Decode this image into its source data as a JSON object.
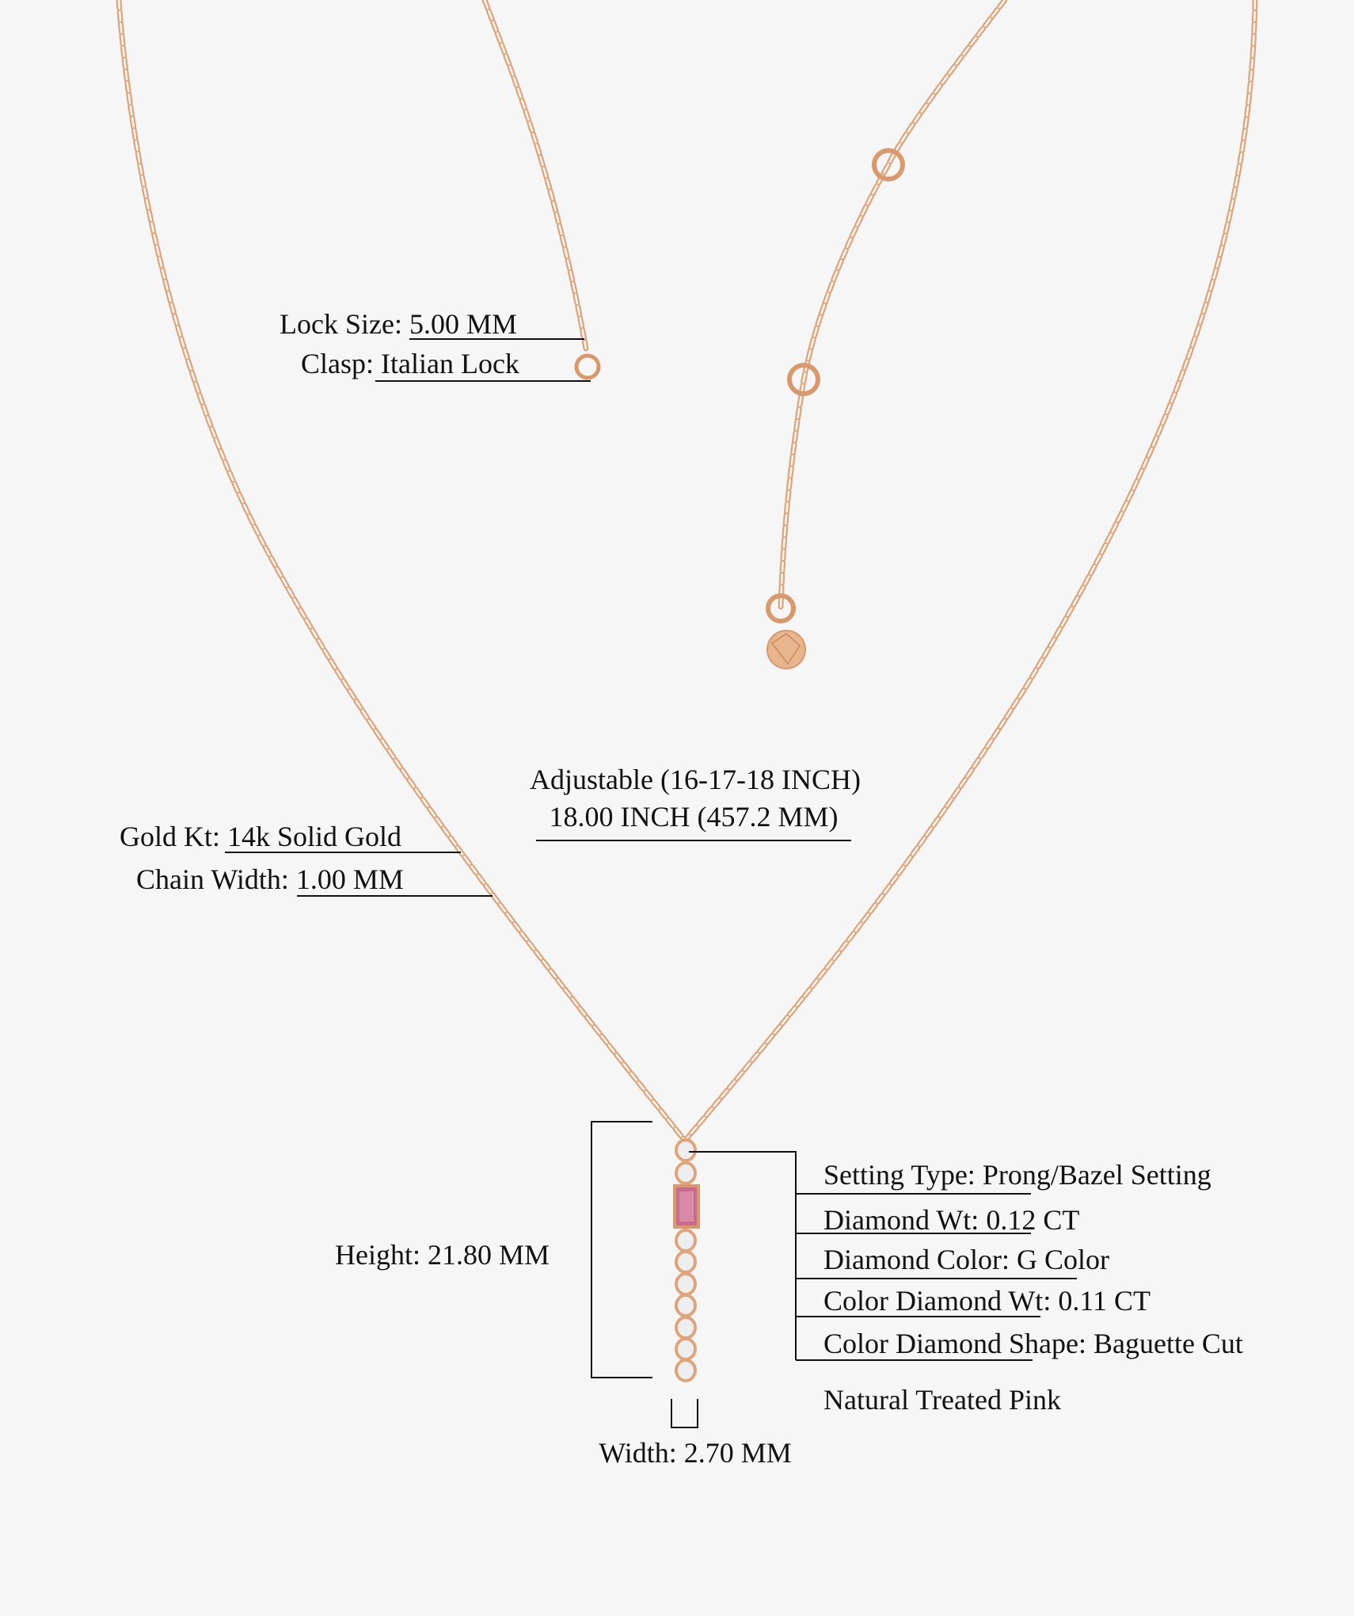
{
  "clasp": {
    "lock_size_label": "Lock Size:",
    "lock_size_value": "5.00 MM",
    "clasp_label": "Clasp:",
    "clasp_value": "Italian Lock"
  },
  "length": {
    "line1": "Adjustable (16-17-18 INCH)",
    "line2": "18.00 INCH (457.2 MM)"
  },
  "chain": {
    "gold_kt_label": "Gold Kt:",
    "gold_kt_value": "14k Solid Gold",
    "chain_width_label": "Chain Width:",
    "chain_width_value": "1.00 MM"
  },
  "pendant": {
    "height": "Height: 21.80 MM",
    "width": "Width: 2.70 MM",
    "specs": [
      {
        "label": "Setting Type:",
        "value": "Prong/Bazel Setting"
      },
      {
        "label": "Diamond Wt:",
        "value": "0.12 CT"
      },
      {
        "label": "Diamond Color:",
        "value": "G Color"
      },
      {
        "label": "Color Diamond Wt:",
        "value": "0.11 CT"
      },
      {
        "label": "Color Diamond Shape:",
        "value": "Baguette Cut"
      }
    ],
    "note": "Natural Treated Pink"
  },
  "colors": {
    "gold": "#e0a47a",
    "pink": "#c96a8e",
    "background": "#f6f6f6",
    "line": "#111111"
  }
}
